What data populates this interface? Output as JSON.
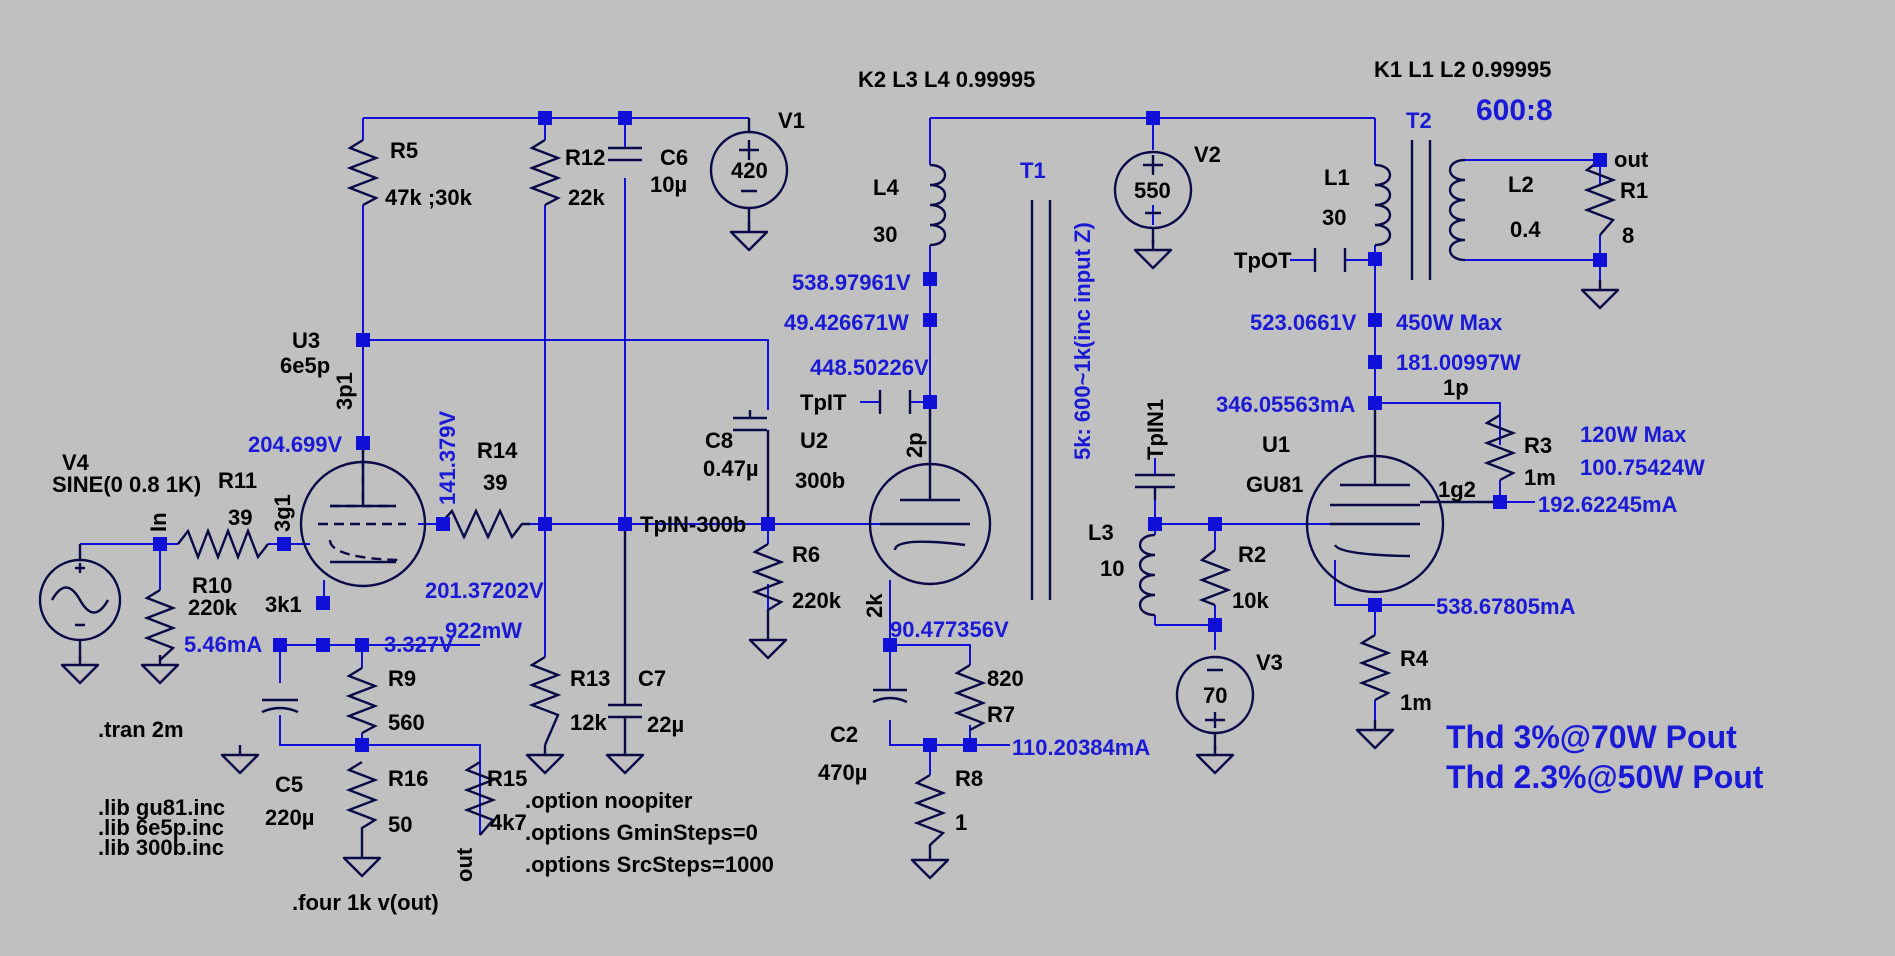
{
  "schematic": {
    "sources": {
      "v1": {
        "name": "V1",
        "value": "420"
      },
      "v2": {
        "name": "V2",
        "value": "550"
      },
      "v3": {
        "name": "V3",
        "value": "70"
      },
      "v4": {
        "name": "V4",
        "value": "SINE(0 0.8 1K)"
      }
    },
    "resistors": {
      "r1": {
        "name": "R1",
        "value": "8"
      },
      "r2": {
        "name": "R2",
        "value": "10k"
      },
      "r3": {
        "name": "R3",
        "value": "1m"
      },
      "r4": {
        "name": "R4",
        "value": "1m"
      },
      "r5": {
        "name": "R5",
        "value": "47k ;30k"
      },
      "r6": {
        "name": "R6",
        "value": "220k"
      },
      "r7": {
        "name": "R7",
        "value": "820"
      },
      "r8": {
        "name": "R8",
        "value": "1"
      },
      "r9": {
        "name": "R9",
        "value": "560"
      },
      "r10": {
        "name": "R10",
        "value": "220k"
      },
      "r11": {
        "name": "R11",
        "value": "39"
      },
      "r12": {
        "name": "R12",
        "value": "22k"
      },
      "r13": {
        "name": "R13",
        "value": "12k"
      },
      "r14": {
        "name": "R14",
        "value": "39"
      },
      "r15": {
        "name": "R15",
        "value": "4k7"
      },
      "r16": {
        "name": "R16",
        "value": "50"
      }
    },
    "capacitors": {
      "c2": {
        "name": "C2",
        "value": "470µ"
      },
      "c5": {
        "name": "C5",
        "value": "220µ"
      },
      "c6": {
        "name": "C6",
        "value": "10µ"
      },
      "c7": {
        "name": "C7",
        "value": "22µ"
      },
      "c8": {
        "name": "C8",
        "value": "0.47µ"
      }
    },
    "inductors": {
      "l1": {
        "name": "L1",
        "value": "30"
      },
      "l2": {
        "name": "L2",
        "value": "0.4"
      },
      "l3": {
        "name": "L3",
        "value": "10"
      },
      "l4": {
        "name": "L4",
        "value": "30"
      }
    },
    "tubes": {
      "u1": {
        "name": "U1",
        "model": "GU81"
      },
      "u2": {
        "name": "U2",
        "model": "300b"
      },
      "u3": {
        "name": "U3",
        "model": "6e5p"
      }
    },
    "transformers": {
      "t1": {
        "name": "T1",
        "note": "5k: 600~1k(inc input Z)"
      },
      "t2": {
        "name": "T2",
        "ratio": "600:8"
      }
    },
    "couplings": {
      "k1": "K1 L1 L2 0.99995",
      "k2": "K2  L3 L4 0.99995"
    },
    "pins": {
      "u3_plate": "3p1",
      "u3_grid": "3g1",
      "u3_cathode": "3k1",
      "u2_plate": "2p",
      "u2_cathode": "2k",
      "u1_plate": "1p",
      "u1_grid2": "1g2"
    },
    "net_labels": {
      "in": "In",
      "tpin300b": "TpIN-300b",
      "tpit": "TpIT",
      "tpot": "TpOT",
      "tpin1": "TpIN1",
      "out": "out",
      "out2": "out"
    },
    "readouts": {
      "v_u3_plate": "204.699V",
      "v_u3_grid_out": "141.379V",
      "v_r14": "201.37202V",
      "p_r14": "922mW",
      "i_u3_k": "5.46mA",
      "v_u3_k": "3.327V",
      "v_l4": "538.97961V",
      "p_u2": "49.426671W",
      "v_u2_plate": "448.50226V",
      "v_u2_k": "90.477356V",
      "i_u2_k": "110.20384mA",
      "v_l1": "523.0661V",
      "max_plate": "450W Max",
      "p_u1": "181.00997W",
      "i_u1_plate": "346.05563mA",
      "max_g2": "120W Max",
      "p_g2": "100.75424W",
      "i_g2": "192.62245mA",
      "i_u1_k": "538.67805mA"
    },
    "directives": {
      "tran": ".tran 2m",
      "lib1": ".lib gu81.inc",
      "lib2": ".lib 6e5p.inc",
      "lib3": ".lib 300b.inc",
      "four": ".four 1k v(out)",
      "opt1": ".option noopiter",
      "opt2": ".options GminSteps=0",
      "opt3": ".options SrcSteps=1000"
    },
    "notes": {
      "thd1": "Thd 3%@70W Pout",
      "thd2": "Thd 2.3%@50W Pout"
    },
    "colors": {
      "background": "#c0c0c0",
      "wire": "#1010d8",
      "component": "#0a0a48",
      "text": "#000000",
      "annotation": "#1a1ad6"
    }
  }
}
